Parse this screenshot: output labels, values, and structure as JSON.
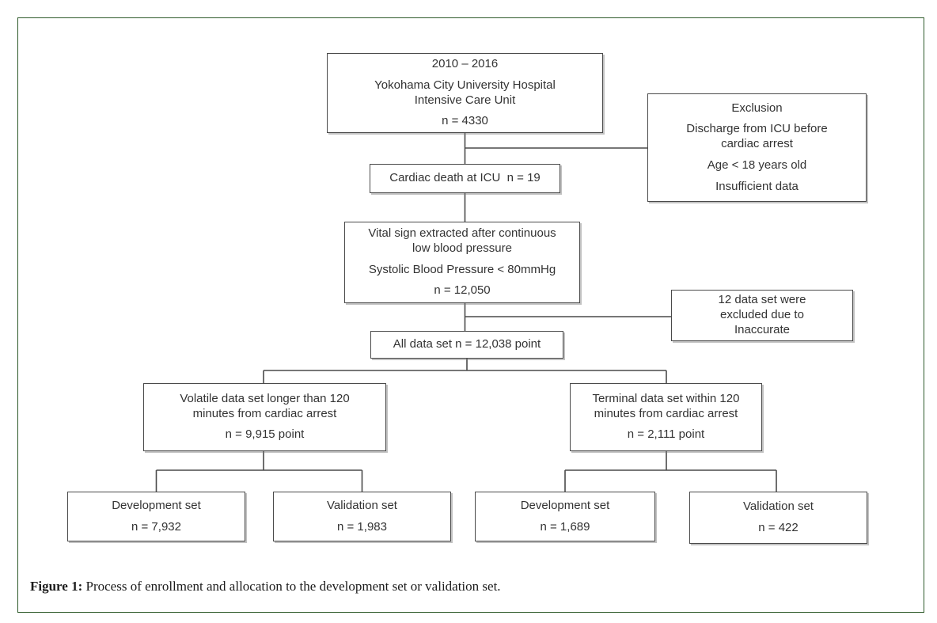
{
  "figure": {
    "caption_label": "Figure 1:",
    "caption_text": " Process of enrollment and allocation to the development set or validation set."
  },
  "colors": {
    "outer_border": "#2e5a2a",
    "box_border": "#4a4a4a",
    "connector_line": "#4a4a4a",
    "text": "#333333",
    "background": "#ffffff"
  },
  "flowchart": {
    "nodes": {
      "cohort": {
        "paragraphs": [
          [
            "2010 – 2016"
          ],
          [
            "Yokohama City University Hospital",
            "Intensive Care Unit"
          ],
          [
            "n = 4330"
          ]
        ]
      },
      "exclusion": {
        "paragraphs": [
          [
            "Exclusion"
          ],
          [
            "Discharge from ICU before",
            "cardiac arrest"
          ],
          [
            "Age < 18 years old"
          ],
          [
            "Insufficient data"
          ]
        ]
      },
      "cardiac_death": {
        "paragraphs": [
          [
            "Cardiac death at ICU  n = 19"
          ]
        ]
      },
      "vital_sign": {
        "paragraphs": [
          [
            "Vital sign extracted after continuous",
            "low blood pressure"
          ],
          [
            "Systolic Blood Pressure < 80mmHg"
          ],
          [
            "n = 12,050"
          ]
        ]
      },
      "excluded_inaccurate": {
        "paragraphs": [
          [
            "12 data set were",
            "excluded due to",
            "Inaccurate"
          ]
        ]
      },
      "all_data": {
        "paragraphs": [
          [
            "All data set n = 12,038 point"
          ]
        ]
      },
      "volatile_set": {
        "paragraphs": [
          [
            "Volatile data set longer than 120",
            "minutes from cardiac arrest"
          ],
          [
            "n = 9,915 point"
          ]
        ]
      },
      "terminal_set": {
        "paragraphs": [
          [
            "Terminal data set within 120",
            "minutes from cardiac arrest"
          ],
          [
            "n = 2,111 point"
          ]
        ]
      },
      "development_set_volatile": {
        "paragraphs": [
          [
            "Development set"
          ],
          [
            "n = 7,932"
          ]
        ]
      },
      "validation_set_volatile": {
        "paragraphs": [
          [
            "Validation set"
          ],
          [
            "n = 1,983"
          ]
        ]
      },
      "development_set_terminal": {
        "paragraphs": [
          [
            "Development set"
          ],
          [
            "n = 1,689"
          ]
        ]
      },
      "validation_set_terminal": {
        "paragraphs": [
          [
            "Validation set"
          ],
          [
            "n = 422"
          ]
        ]
      }
    }
  }
}
